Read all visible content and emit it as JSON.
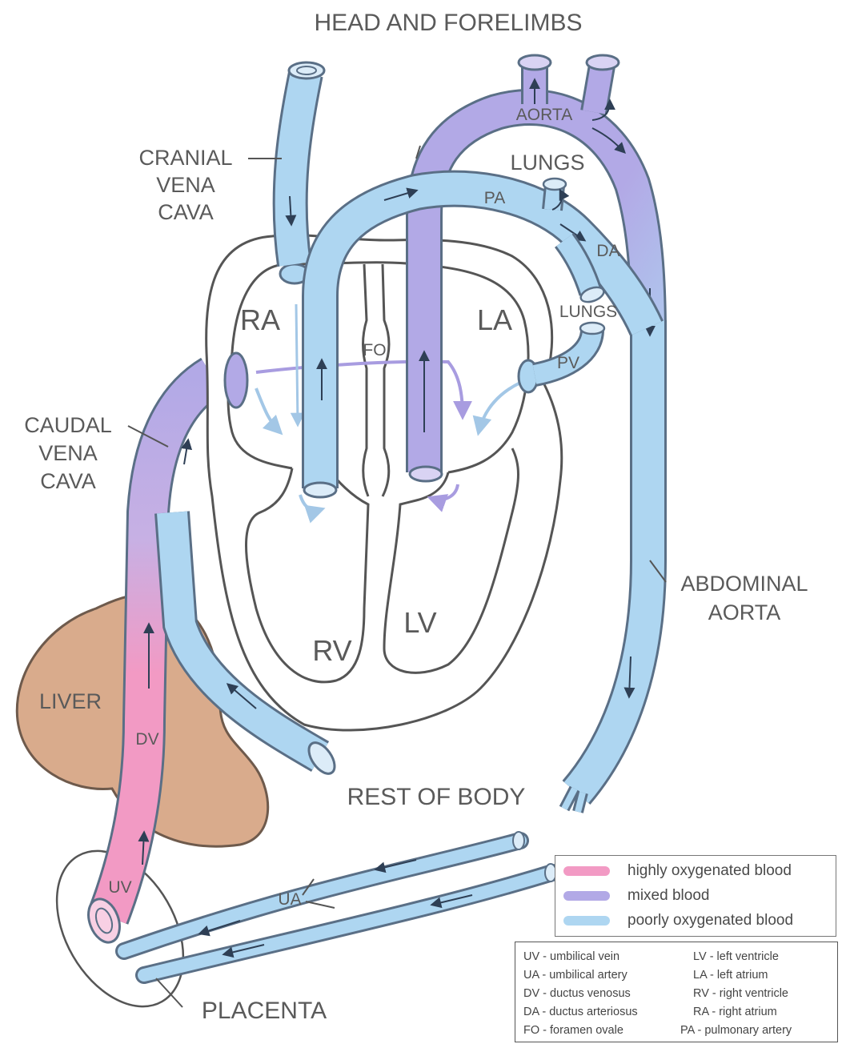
{
  "labels": {
    "head_forelimbs": "HEAD AND FORELIMBS",
    "cranial_vena_cava": [
      "CRANIAL",
      "VENA",
      "CAVA"
    ],
    "caudal_vena_cava": [
      "CAUDAL",
      "VENA",
      "CAVA"
    ],
    "aorta": "AORTA",
    "lungs_top": "LUNGS",
    "lungs_mid": "LUNGS",
    "pa": "PA",
    "da": "DA",
    "pv": "PV",
    "fo": "FO",
    "ra": "RA",
    "la": "LA",
    "rv": "RV",
    "lv": "LV",
    "liver": "LIVER",
    "dv": "DV",
    "uv": "UV",
    "ua": "UA",
    "abdominal_aorta": [
      "ABDOMINAL",
      "AORTA"
    ],
    "rest_of_body": "REST OF BODY",
    "placenta": "PLACENTA"
  },
  "legend": [
    {
      "label": "highly oxygenated blood",
      "color": "#f29ac4"
    },
    {
      "label": "mixed blood",
      "color": "#b2a9e6"
    },
    {
      "label": "poorly oxygenated blood",
      "color": "#aed6f1"
    }
  ],
  "abbreviations": [
    "UV - umbilical vein",
    "UA - umbilical artery",
    "DV - ductus venosus",
    "DA - ductus arteriosus",
    "FO - foramen ovale",
    "LV - left ventricle",
    "LA - left atrium",
    "RV - right ventricle",
    "RA - right atrium",
    "PA - pulmonary artery"
  ],
  "colors": {
    "highly_oxygenated": "#f29ac4",
    "mixed": "#b2a9e6",
    "poorly_oxygenated": "#aed6f1",
    "liver": "#d9ab8c",
    "outline": "#5a6f86"
  }
}
